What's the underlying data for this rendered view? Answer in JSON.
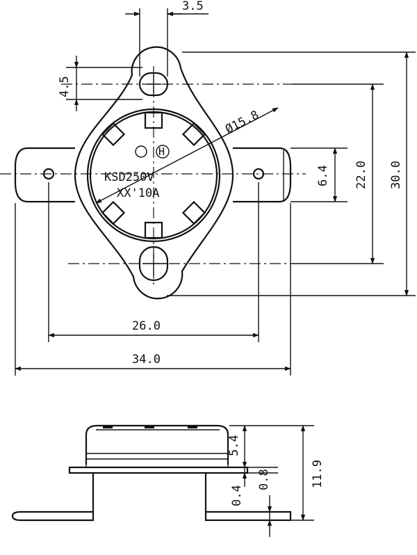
{
  "dimensions": {
    "ear_hole_width": "3.5",
    "ear_hole_height": "4.5",
    "body_diameter": "Ø15.8",
    "terminal_width": "6.4",
    "hole_spacing": "22.0",
    "overall_height": "30.0",
    "terminal_hole_spacing": "26.0",
    "overall_width": "34.0",
    "cap_height": "5.4",
    "plate_thickness": "0.8",
    "terminal_thickness": "0.4",
    "total_height": "11.9"
  },
  "marking": {
    "line1": "KSD250V",
    "line2": "XX'10A"
  }
}
